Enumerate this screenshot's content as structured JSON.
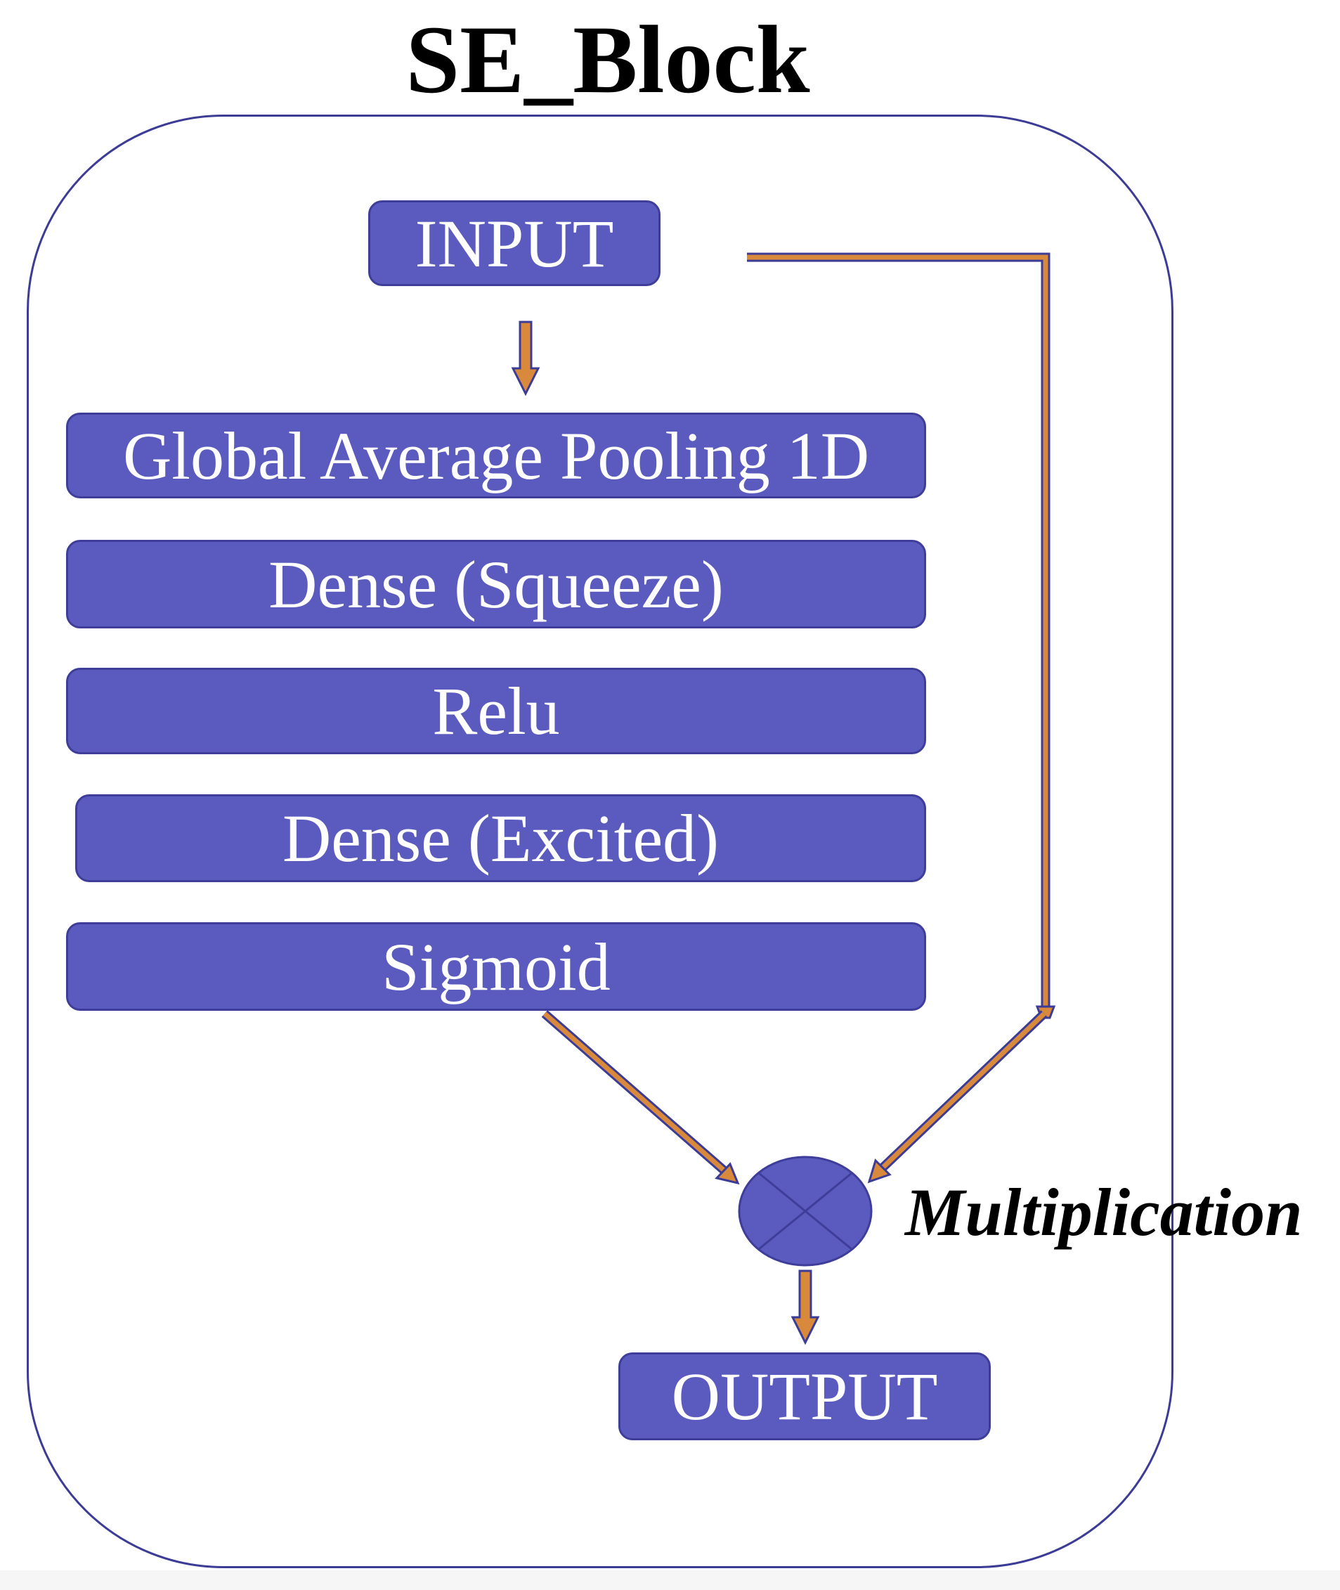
{
  "diagram": {
    "title": "SE_Block",
    "nodes": {
      "input": "INPUT",
      "global_pooling": "Global Average Pooling 1D",
      "dense_squeeze": "Dense (Squeeze)",
      "relu": "Relu",
      "dense_excited": "Dense (Excited)",
      "sigmoid": "Sigmoid",
      "output": "OUTPUT"
    },
    "operator_label": "Multiplication",
    "colors": {
      "node_fill": "#5b5bbf",
      "node_border": "#3e3e9a",
      "frame_border": "#3c3c96",
      "arrow_fill": "#d9893c",
      "arrow_outline": "#3c3c96",
      "text_on_node": "#ffffff"
    },
    "icons": [
      "multiply-circle-icon",
      "arrow-down-icon"
    ]
  }
}
